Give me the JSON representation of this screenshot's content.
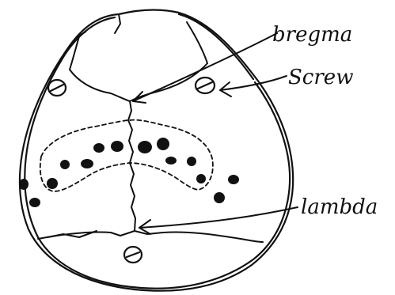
{
  "labels": {
    "bregma": "bregma",
    "screw": "Screw",
    "lambda": "lambda"
  },
  "colors": {
    "ink": "#111111",
    "background": "#ffffff"
  }
}
